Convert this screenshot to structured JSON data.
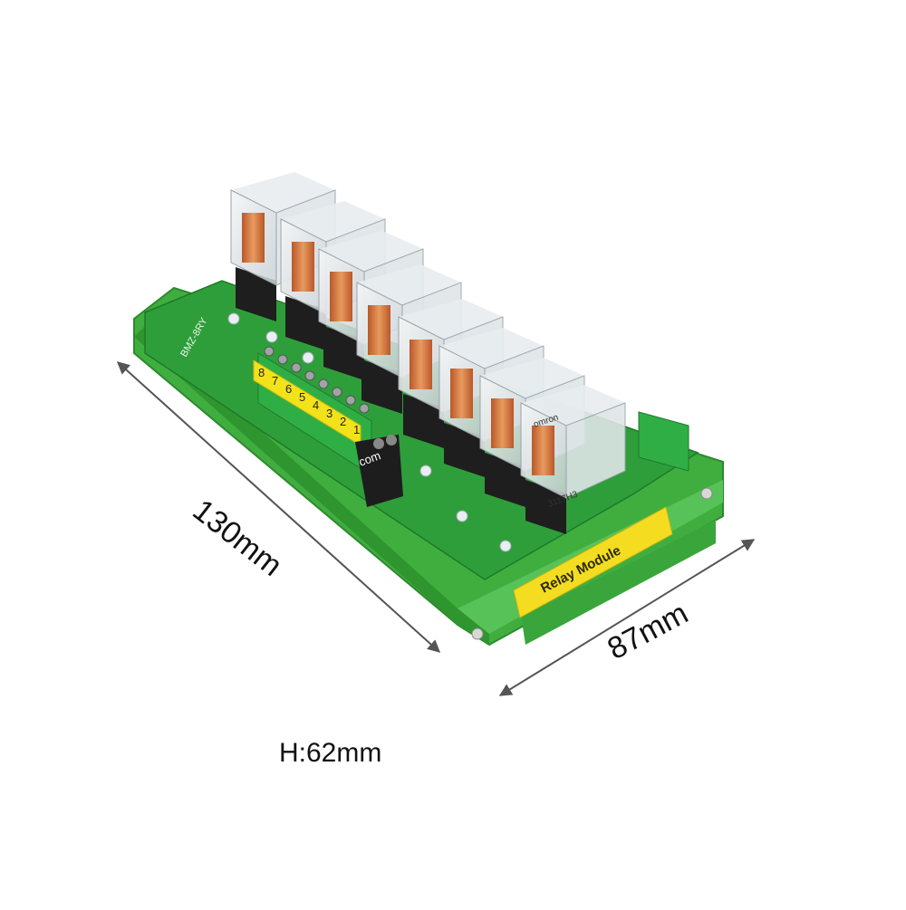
{
  "product": {
    "board_name": "8-channel relay module on DIN rail",
    "model_silk": "BMZ-8RY",
    "relay_brand": "omron",
    "relay_code": "3117H3",
    "label_strip": "Relay Module",
    "terminal_numbers": [
      "8",
      "7",
      "6",
      "5",
      "4",
      "3",
      "2",
      "1"
    ],
    "com_label": "com"
  },
  "dimensions": {
    "length": "130mm",
    "width": "87mm",
    "height": "H:62mm"
  },
  "colors": {
    "pcb": "#2e9e3a",
    "rail": "#46b746",
    "label": "#f4dd20",
    "terminal_yellow": "#f2e21a",
    "terminal_green": "#2fae45",
    "relay_base": "#1e1e1e",
    "coil": "#d1733b",
    "arrow": "#555555"
  }
}
